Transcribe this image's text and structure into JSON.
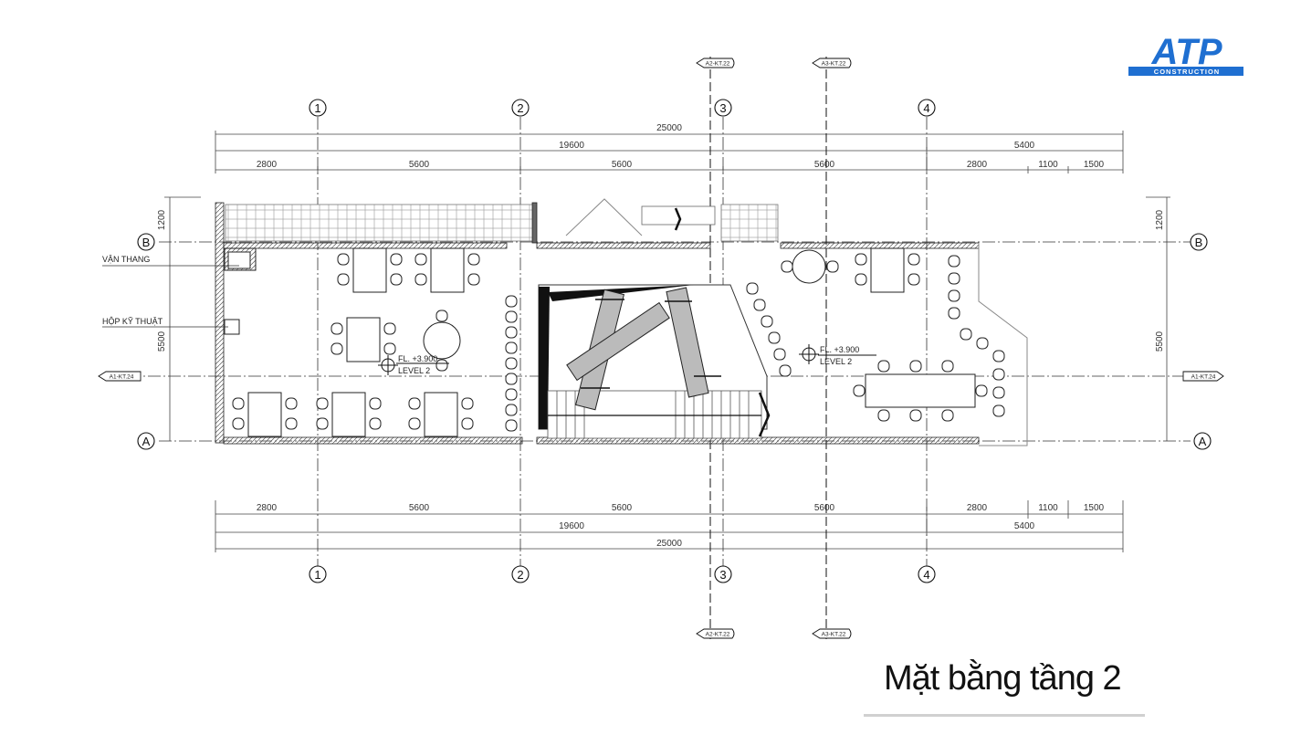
{
  "dims": {
    "total": "25000",
    "sub_left": "19600",
    "sub_right": "5400",
    "bays": [
      "2800",
      "5600",
      "5600",
      "5600",
      "2800",
      "1100",
      "1500"
    ],
    "side_top": "1200",
    "side_mid": "5500"
  },
  "grid_cols": [
    "1",
    "2",
    "3",
    "4"
  ],
  "grid_rows": [
    "B",
    "A"
  ],
  "section_tags": {
    "a2": "A2-KT.22",
    "a3": "A3-KT.22",
    "a1": "A1-KT.24"
  },
  "labels": {
    "van_thang": "VẬN THANG",
    "hop_ky_thuat": "HỘP KỸ THUẬT",
    "fl_level": "FL. +3.900",
    "level_name": "LEVEL 2"
  },
  "logo": {
    "name": "ATP",
    "tagline": "CONSTRUCTION",
    "color": "#1f6fd1"
  },
  "title": "Mặt bằng tầng 2"
}
